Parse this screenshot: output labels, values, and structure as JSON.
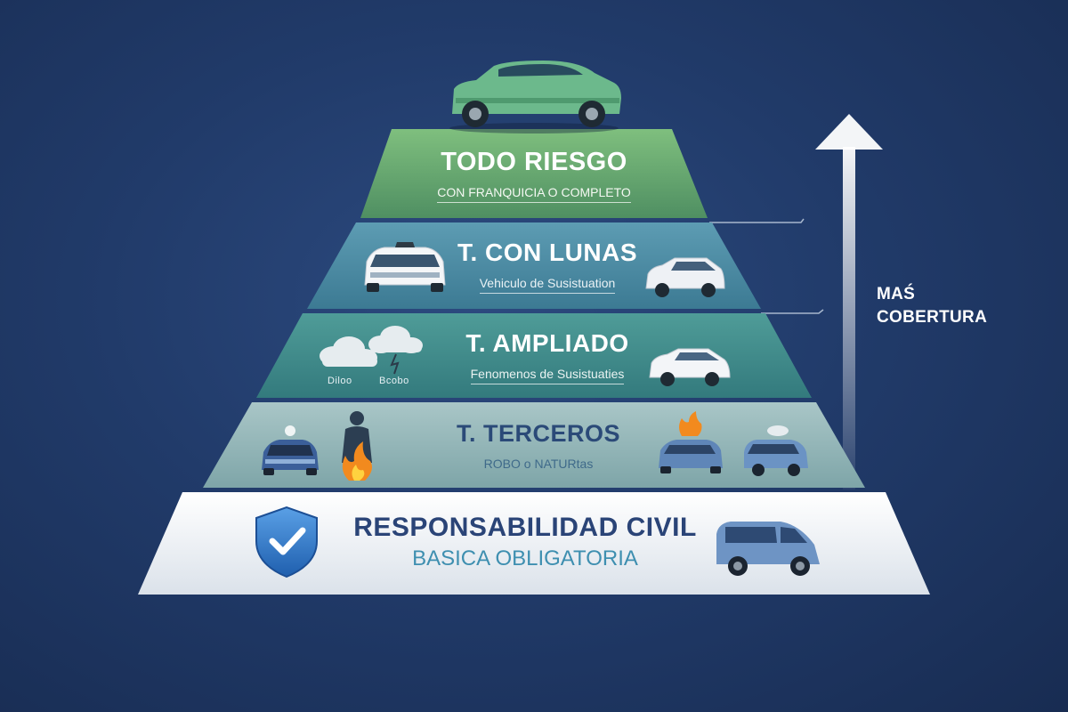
{
  "tiers": {
    "todo_riesgo": {
      "title": "TODO RIESGO",
      "subtitle": "CON FRANQUICIA O COMPLETO"
    },
    "con_lunas": {
      "title": "T. CON LUNAS",
      "subtitle": "Vehiculo de Susistuation"
    },
    "ampliado": {
      "title": "T. AMPLIADO",
      "subtitle": "Fenomenos de Susistuaties",
      "icon_labels": [
        "Diloo",
        "Bcobo"
      ]
    },
    "terceros": {
      "title": "T. TERCEROS",
      "subtitle": "ROBO o NATURtas"
    },
    "rc": {
      "title": "RESPONSABILIDAD CIVIL",
      "subtitle": "BASICA OBLIGATORIA"
    }
  },
  "side_label": {
    "line1": "MAŚ",
    "line2": "COBERTURA"
  },
  "colors": {
    "background": "#213b6a",
    "tier_green": "#5e9f6a",
    "tier_teal_blue": "#4b8ea6",
    "tier_teal": "#3f8a8e",
    "tier_grey_teal": "#8db3b4",
    "tier_white": "#eef2f6",
    "title_dark_blue": "#2a4477",
    "shield_blue": "#2f78c4",
    "car_green": "#6cb98c",
    "car_blue": "#5f86b8"
  },
  "icons": [
    "car-icon",
    "shield-check-icon",
    "cloud-icon",
    "fire-icon",
    "person-icon",
    "up-arrow-icon"
  ]
}
